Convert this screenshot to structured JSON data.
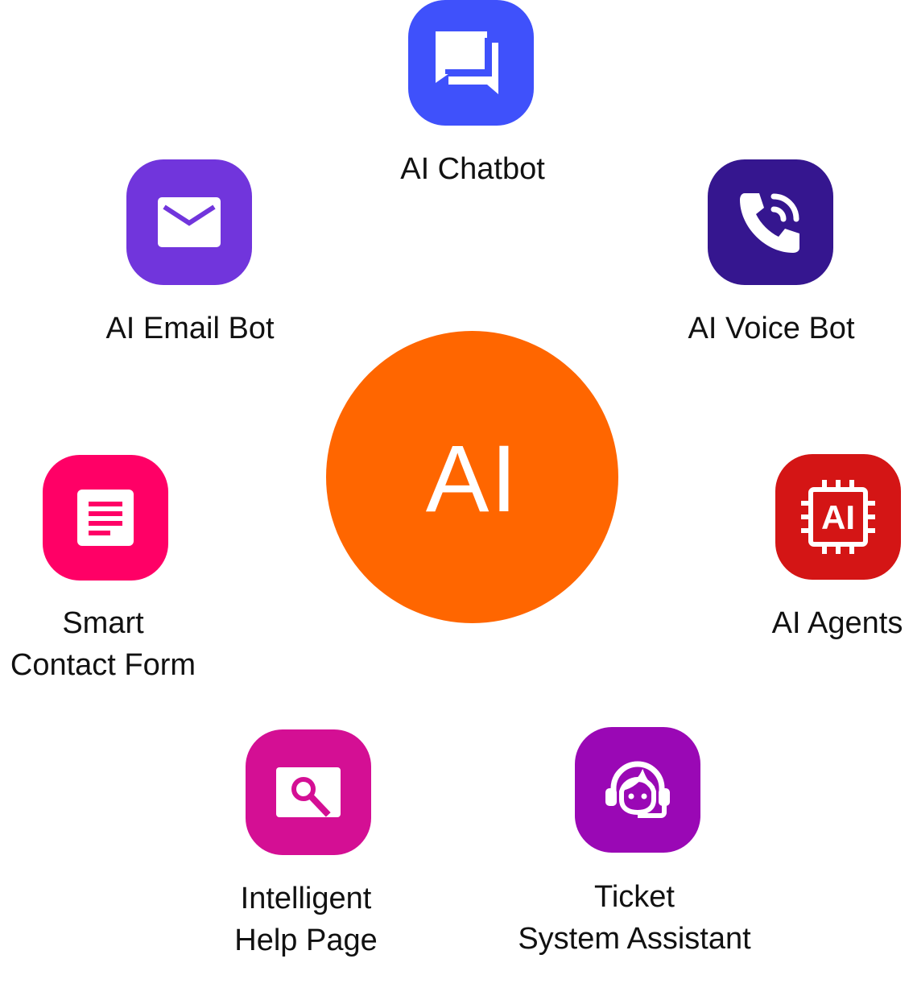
{
  "hub": {
    "label": "AI",
    "color": "#FF6600"
  },
  "services": [
    {
      "key": "chatbot",
      "icon": "chat-bubbles-icon",
      "color": "#3F51FB",
      "lines": [
        "AI Chatbot"
      ]
    },
    {
      "key": "voice",
      "icon": "phone-call-icon",
      "color": "#35168F",
      "lines": [
        "AI Voice Bot"
      ]
    },
    {
      "key": "agents",
      "icon": "ai-chip-icon",
      "color": "#D41515",
      "lines": [
        "AI Agents"
      ]
    },
    {
      "key": "ticket",
      "icon": "headset-agent-icon",
      "color": "#9A08B5",
      "lines": [
        "Ticket",
        "System Assistant"
      ]
    },
    {
      "key": "help",
      "icon": "search-page-icon",
      "color": "#D40F94",
      "lines": [
        "Intelligent",
        "Help Page"
      ]
    },
    {
      "key": "contact",
      "icon": "form-document-icon",
      "color": "#FF0066",
      "lines": [
        "Smart",
        "Contact Form"
      ]
    },
    {
      "key": "email",
      "icon": "envelope-icon",
      "color": "#7135DC",
      "lines": [
        "AI Email Bot"
      ]
    }
  ]
}
